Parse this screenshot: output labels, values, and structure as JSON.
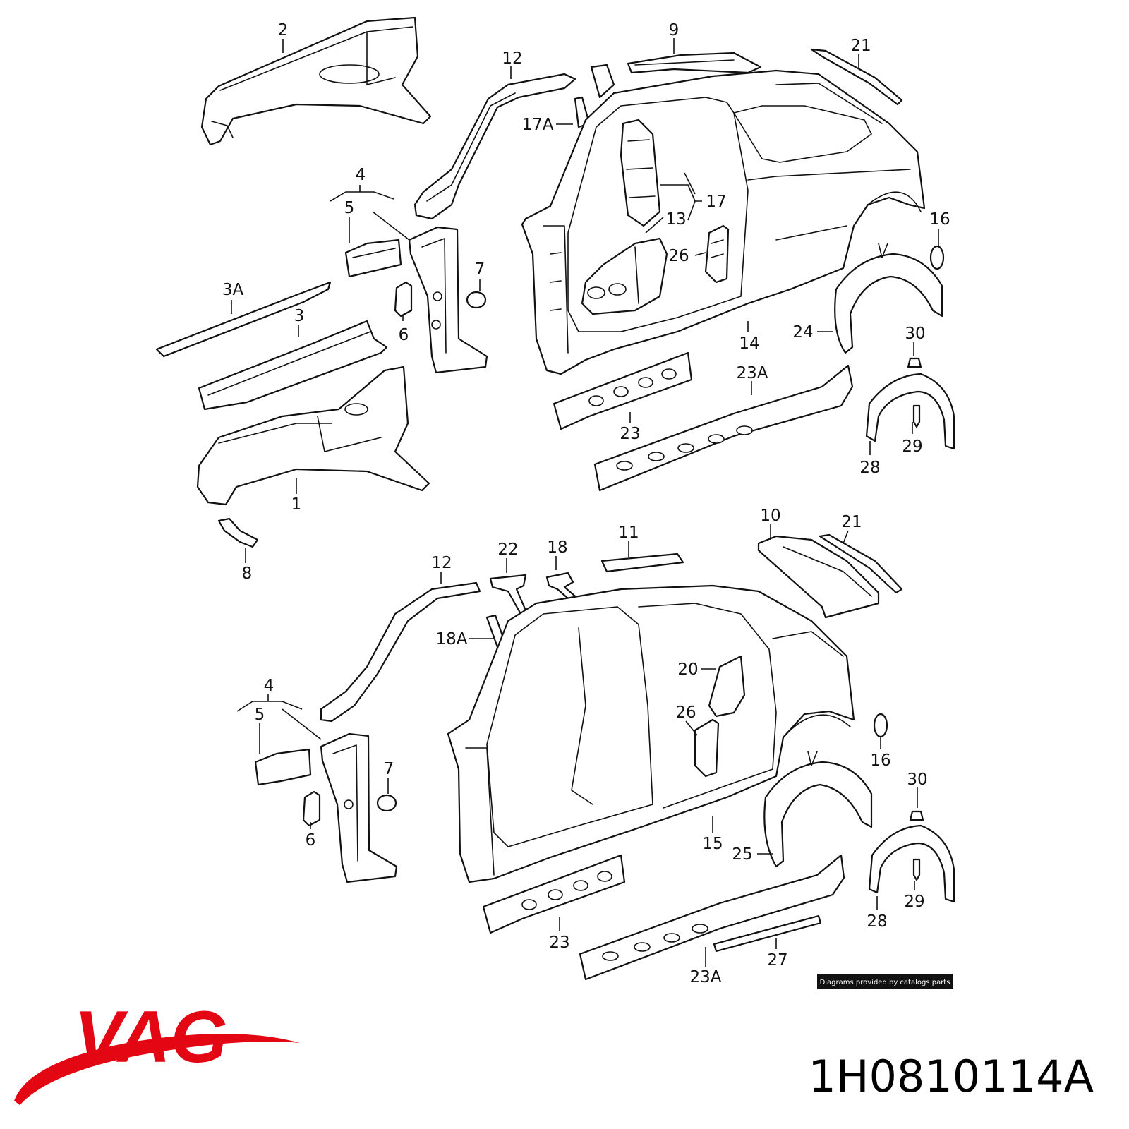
{
  "diagram": {
    "callouts_upper": [
      "2",
      "12",
      "9",
      "21",
      "17A",
      "4",
      "5",
      "17",
      "13",
      "16",
      "26",
      "3A",
      "7",
      "3",
      "6",
      "24",
      "30",
      "14",
      "23A",
      "23",
      "29",
      "28",
      "1",
      "8"
    ],
    "callouts_lower": [
      "10",
      "21",
      "11",
      "12",
      "22",
      "18",
      "18A",
      "20",
      "4",
      "5",
      "26",
      "7",
      "16",
      "30",
      "6",
      "15",
      "25",
      "29",
      "23",
      "28",
      "27",
      "23A"
    ],
    "credit": "Diagrams provided by catalogs parts"
  },
  "brand": {
    "logo_text": "VAG",
    "logo_color": "#e30613",
    "part_number": "1H0810114A"
  }
}
